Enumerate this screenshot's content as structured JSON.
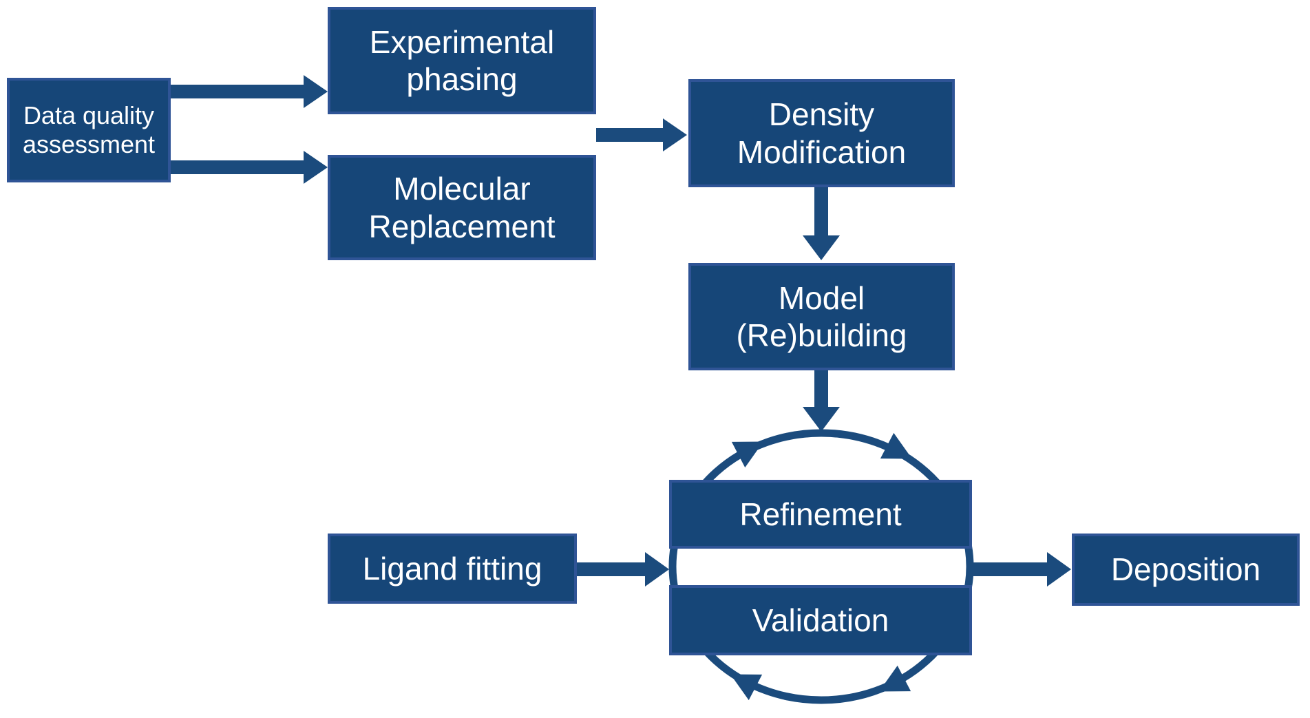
{
  "colors": {
    "background": "#FFFFFF",
    "box-fill": "#164678",
    "box-border": "#2F5496",
    "arrow": "#1B4B7D",
    "text": "#FFFFFF"
  },
  "diagram": {
    "nodes": {
      "data_quality": {
        "label": "Data quality\nassessment"
      },
      "experimental_phasing": {
        "label": "Experimental\nphasing"
      },
      "molecular_replacement": {
        "label": "Molecular\nReplacement"
      },
      "density_modification": {
        "label": "Density\nModification"
      },
      "model_rebuilding": {
        "label": "Model\n(Re)building"
      },
      "refinement": {
        "label": "Refinement"
      },
      "validation": {
        "label": "Validation"
      },
      "ligand_fitting": {
        "label": "Ligand fitting"
      },
      "deposition": {
        "label": "Deposition"
      }
    },
    "edges": [
      {
        "from": "data_quality",
        "to": "experimental_phasing"
      },
      {
        "from": "data_quality",
        "to": "molecular_replacement"
      },
      {
        "from": "experimental_phasing / molecular_replacement",
        "to": "density_modification"
      },
      {
        "from": "density_modification",
        "to": "model_rebuilding"
      },
      {
        "from": "model_rebuilding",
        "to": "refinement_validation_cycle"
      },
      {
        "from": "ligand_fitting",
        "to": "refinement_validation_cycle"
      },
      {
        "from": "refinement_validation_cycle",
        "to": "deposition"
      }
    ],
    "cycle": {
      "between": [
        "refinement",
        "validation"
      ],
      "direction": "clockwise",
      "arrowheads": 4
    }
  }
}
